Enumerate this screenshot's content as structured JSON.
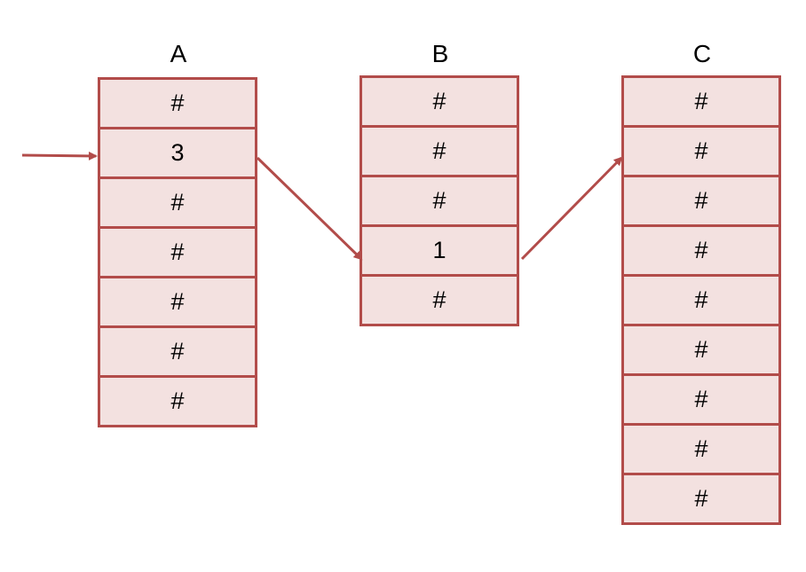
{
  "colors": {
    "border": "#b24c4a",
    "fill": "#f3e1e0",
    "arrow": "#b24c4a"
  },
  "columns": [
    {
      "id": "a",
      "label": "A",
      "cells": [
        "#",
        "3",
        "#",
        "#",
        "#",
        "#",
        "#"
      ]
    },
    {
      "id": "b",
      "label": "B",
      "cells": [
        "#",
        "#",
        "#",
        "1",
        "#"
      ]
    },
    {
      "id": "c",
      "label": "C",
      "cells": [
        "#",
        "#",
        "#",
        "#",
        "#",
        "#",
        "#",
        "#",
        "#"
      ]
    }
  ]
}
